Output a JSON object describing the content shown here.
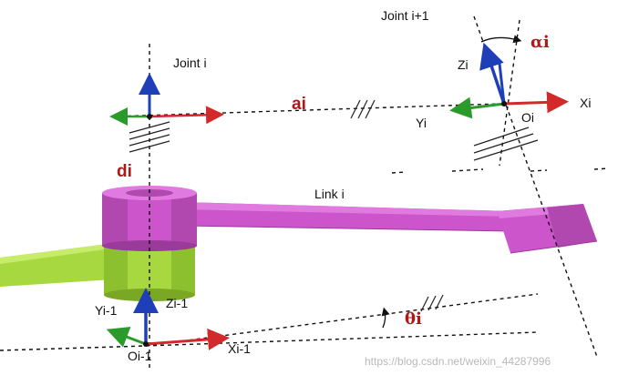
{
  "labels": {
    "joint_i": "Joint i",
    "joint_i1": "Joint i+1",
    "link_i": "Link i",
    "a_i": "ai",
    "d_i": "di",
    "alpha_i": "αi",
    "theta_i": "θi",
    "z_i": "Zi",
    "x_i": "Xi",
    "y_i": "Yi",
    "o_i": "Oi",
    "z_i_1": "Zi-1",
    "y_i_1": "Yi-1",
    "x_i_1": "Xi-1",
    "o_i_1": "Oi-1"
  },
  "watermark": "https://blog.csdn.net/weixin_44287996",
  "colors": {
    "z_axis": "#1f3fb8",
    "x_axis": "#d22a2a",
    "y_axis": "#2a9a2a",
    "link_i": "#cc55cc",
    "link_i_dark": "#9a3a9a",
    "link_prev": "#a8d840",
    "link_prev_dark": "#7aa824",
    "parameter_text": "#b01818"
  }
}
